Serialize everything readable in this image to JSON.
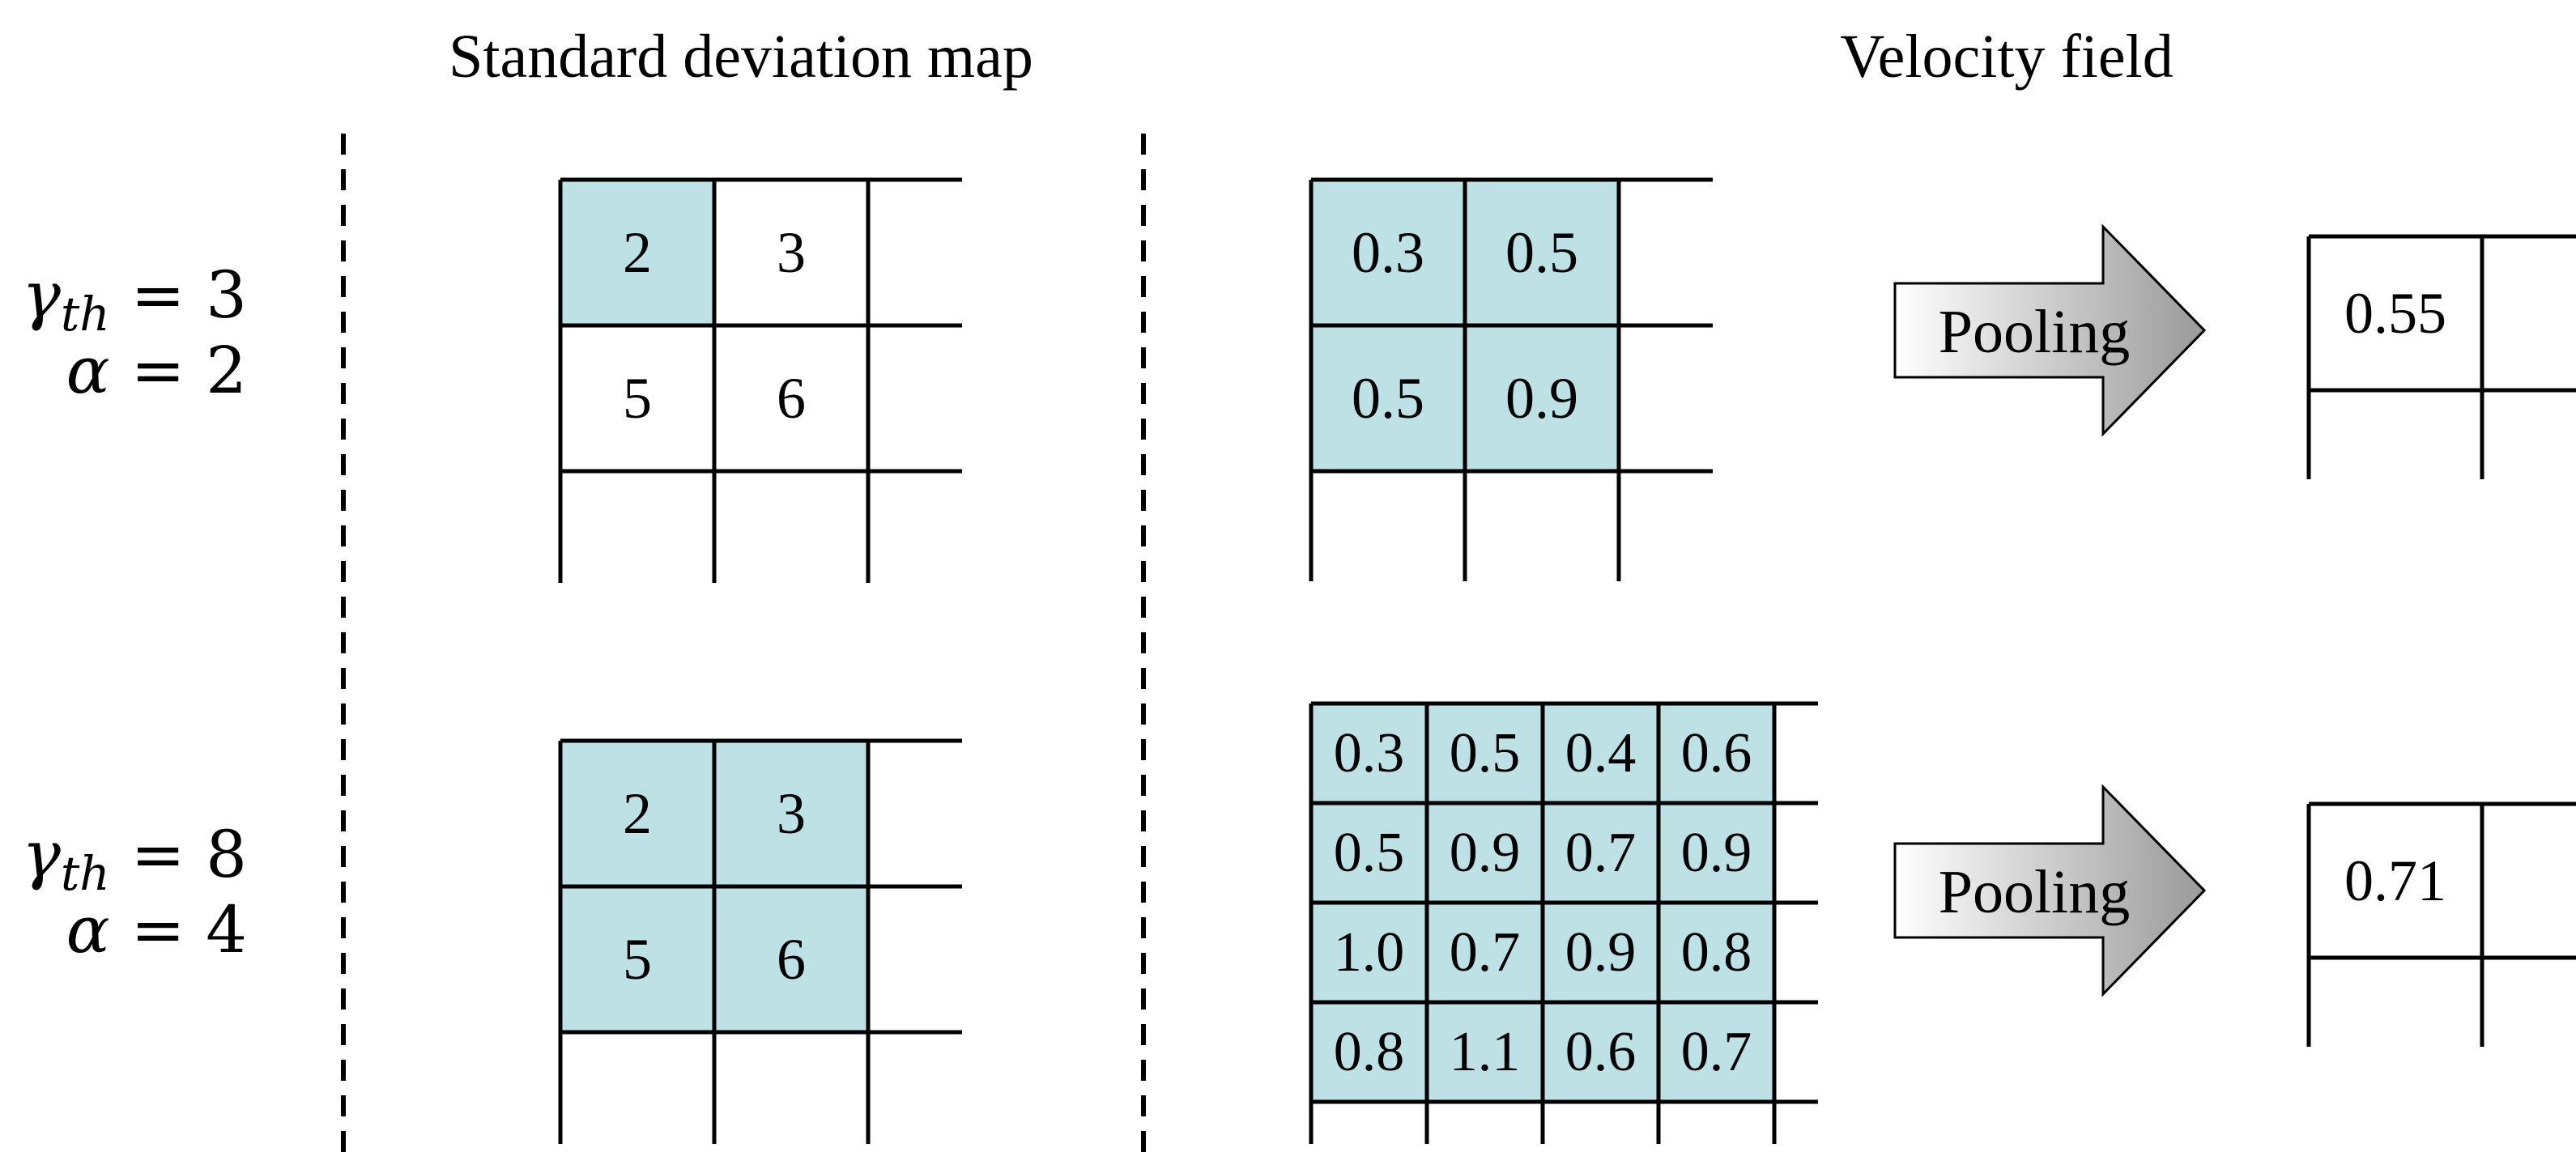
{
  "headers": {
    "left": "Standard deviation map",
    "right": "Velocity field"
  },
  "colors": {
    "highlight": "#bde1e4",
    "line": "#000000",
    "arrow_start": "#ffffff",
    "arrow_end": "#9a9a9a"
  },
  "rows": [
    {
      "gamma_symbol": "γ",
      "gamma_sub": "th",
      "gamma_value": "= 3",
      "alpha_symbol": "α",
      "alpha_value": "= 2",
      "std_cells": [
        [
          "2",
          "3"
        ],
        [
          "5",
          "6"
        ]
      ],
      "std_highlight": [
        [
          true,
          false
        ],
        [
          false,
          false
        ]
      ],
      "velocity_cells": [
        [
          "0.3",
          "0.5"
        ],
        [
          "0.5",
          "0.9"
        ]
      ],
      "arrow_label": "Pooling",
      "pooled_value": "0.55"
    },
    {
      "gamma_symbol": "γ",
      "gamma_sub": "th",
      "gamma_value": "= 8",
      "alpha_symbol": "α",
      "alpha_value": "= 4",
      "std_cells": [
        [
          "2",
          "3"
        ],
        [
          "5",
          "6"
        ]
      ],
      "std_highlight": [
        [
          true,
          true
        ],
        [
          true,
          true
        ]
      ],
      "velocity_cells": [
        [
          "0.3",
          "0.5",
          "0.4",
          "0.6"
        ],
        [
          "0.5",
          "0.9",
          "0.7",
          "0.9"
        ],
        [
          "1.0",
          "0.7",
          "0.9",
          "0.8"
        ],
        [
          "0.8",
          "1.1",
          "0.6",
          "0.7"
        ]
      ],
      "arrow_label": "Pooling",
      "pooled_value": "0.71"
    }
  ]
}
